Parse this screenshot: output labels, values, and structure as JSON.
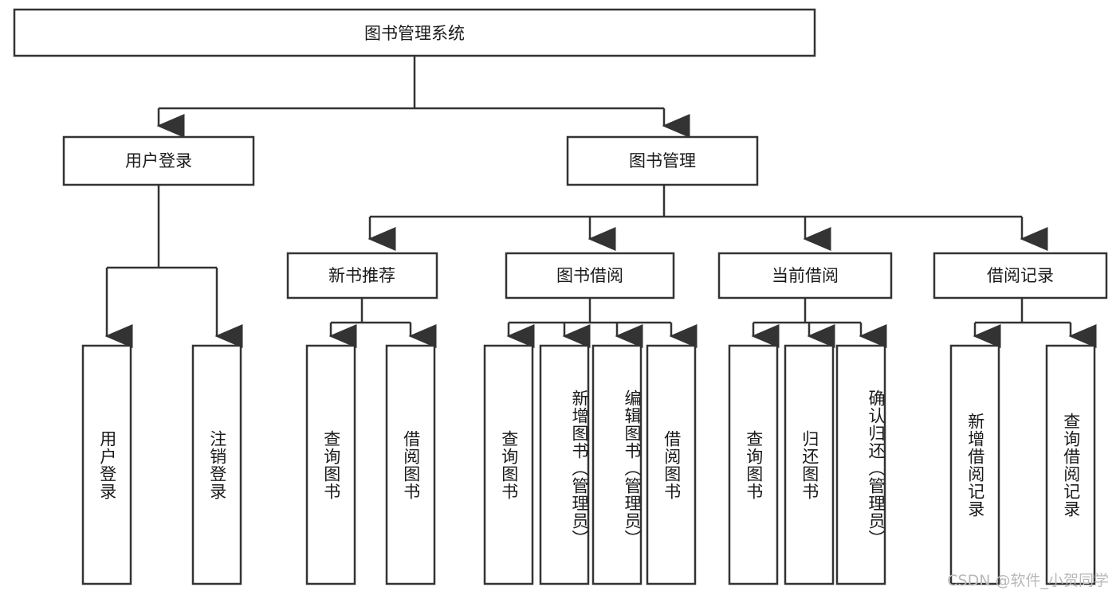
{
  "diagram": {
    "type": "tree",
    "title": "图书管理系统",
    "watermark": "CSDN @软件_小贺同学",
    "root": {
      "id": "root",
      "label": "图书管理系统",
      "orientation": "horizontal"
    },
    "level1": [
      {
        "id": "user-login",
        "label": "用户登录",
        "orientation": "horizontal"
      },
      {
        "id": "book-manage",
        "label": "图书管理",
        "orientation": "horizontal"
      }
    ],
    "level2": [
      {
        "id": "new-book-recommend",
        "label": "新书推荐",
        "orientation": "horizontal",
        "parent": "book-manage"
      },
      {
        "id": "book-borrow",
        "label": "图书借阅",
        "orientation": "horizontal",
        "parent": "book-manage"
      },
      {
        "id": "current-borrow",
        "label": "当前借阅",
        "orientation": "horizontal",
        "parent": "book-manage"
      },
      {
        "id": "borrow-record",
        "label": "借阅记录",
        "orientation": "horizontal",
        "parent": "book-manage"
      }
    ],
    "leaves": [
      {
        "id": "leaf-user-login",
        "label": "用户登录",
        "orientation": "vertical",
        "parent": "user-login"
      },
      {
        "id": "leaf-logout-login",
        "label": "注销登录",
        "orientation": "vertical",
        "parent": "user-login"
      },
      {
        "id": "leaf-query-book-1",
        "label": "查询图书",
        "orientation": "vertical",
        "parent": "new-book-recommend"
      },
      {
        "id": "leaf-borrow-book-1",
        "label": "借阅图书",
        "orientation": "vertical",
        "parent": "new-book-recommend"
      },
      {
        "id": "leaf-query-book-2",
        "label": "查询图书",
        "orientation": "vertical",
        "parent": "book-borrow"
      },
      {
        "id": "leaf-add-book",
        "label": "新增图书（管理员）",
        "orientation": "vertical",
        "parent": "book-borrow"
      },
      {
        "id": "leaf-edit-book",
        "label": "编辑图书（管理员）",
        "orientation": "vertical",
        "parent": "book-borrow"
      },
      {
        "id": "leaf-borrow-book-2",
        "label": "借阅图书",
        "orientation": "vertical",
        "parent": "book-borrow"
      },
      {
        "id": "leaf-query-book-3",
        "label": "查询图书",
        "orientation": "vertical",
        "parent": "current-borrow"
      },
      {
        "id": "leaf-return-book",
        "label": "归还图书",
        "orientation": "vertical",
        "parent": "current-borrow"
      },
      {
        "id": "leaf-confirm-return",
        "label": "确认归还（管理员）",
        "orientation": "vertical",
        "parent": "current-borrow"
      },
      {
        "id": "leaf-add-record",
        "label": "新增借阅记录",
        "orientation": "vertical",
        "parent": "borrow-record"
      },
      {
        "id": "leaf-query-record",
        "label": "查询借阅记录",
        "orientation": "vertical",
        "parent": "borrow-record"
      }
    ],
    "colors": {
      "box_stroke": "#333333",
      "box_fill": "#ffffff",
      "text": "#1a1a1a",
      "watermark": "#b9b9b9",
      "background": "#ffffff"
    }
  }
}
